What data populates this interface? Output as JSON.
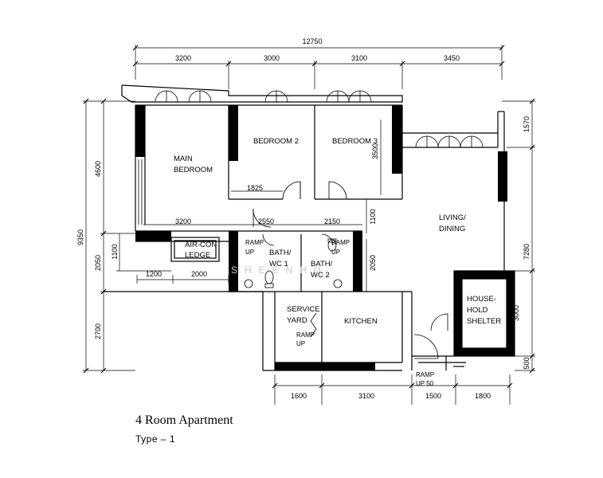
{
  "dimensions": {
    "total_width": "12750",
    "top": [
      "3200",
      "3000",
      "3100",
      "3450"
    ],
    "bottom": [
      "1600",
      "3100",
      "1500",
      "1800"
    ],
    "left_total": "9350",
    "left": [
      "4600",
      "2050",
      "2700"
    ],
    "left_inner": "1100",
    "left_lower": [
      "1200",
      "2000"
    ],
    "right": [
      "1570",
      "7280",
      "3000",
      "500"
    ],
    "interior": [
      "1825",
      "3200",
      "2550",
      "2150",
      "1100",
      "2050",
      "3500"
    ]
  },
  "rooms": {
    "main_bedroom": [
      "MAIN",
      "BEDROOM"
    ],
    "bedroom2": "BEDROOM 2",
    "bedroom3": "BEDROOM 3",
    "living": [
      "LIVING/",
      "DINING"
    ],
    "aircon": [
      "AIR-CON",
      "LEDGE"
    ],
    "bath1": [
      "BATH/",
      "WC 1"
    ],
    "bath2": [
      "BATH/",
      "WC 2"
    ],
    "service": [
      "SERVICE",
      "YARD"
    ],
    "kitchen": "KITCHEN",
    "shelter": [
      "HOUSE-",
      "HOLD",
      "SHELTER"
    ]
  },
  "ramps": {
    "bath1": [
      "RAMP",
      "UP"
    ],
    "bath2": [
      "RAMP",
      "UP"
    ],
    "service": [
      "RAMP",
      "UP"
    ],
    "entrance": [
      "RAMP",
      "UP 50"
    ]
  },
  "watermark": "SHEENHU",
  "caption": {
    "title": "4 Room Apartment",
    "subtitle": "Type  –  1"
  }
}
